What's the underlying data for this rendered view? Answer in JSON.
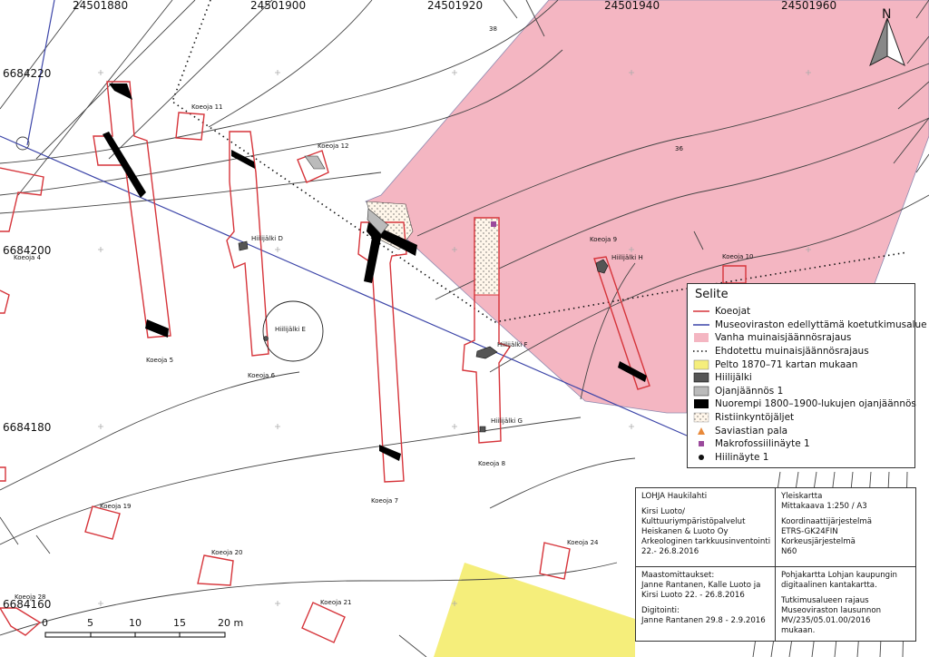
{
  "grid": {
    "x_labels": [
      "24501880",
      "24501900",
      "24501920",
      "24501940",
      "24501960"
    ],
    "y_labels": [
      "6684220",
      "6684200",
      "6684180",
      "6684160"
    ]
  },
  "contours": [
    "38",
    "36"
  ],
  "features": {
    "trenches": [
      "Koeoja 4",
      "Koeoja 5",
      "Koeoja 6",
      "Koeoja 7",
      "Koeoja 8",
      "Koeoja 9",
      "Koeoja 10",
      "Koeoja 11",
      "Koeoja 12",
      "Koeoja 19",
      "Koeoja 20",
      "Koeoja 21",
      "Koeoja 24",
      "Koeoja 28"
    ],
    "charcoal": [
      "Hiilijälki D",
      "Hiilijälki E",
      "Hiilijälki F",
      "Hiilijälki G",
      "Hiilijälki H"
    ]
  },
  "north": "N",
  "scalebar": {
    "ticks": [
      "0",
      "5",
      "10",
      "15",
      "20 m"
    ]
  },
  "legend": {
    "title": "Selite",
    "items": [
      {
        "label": "Koeojat",
        "symbol": "red-line",
        "color": "#d6343a"
      },
      {
        "label": "Museoviraston edellyttämä koetutkimusalue",
        "symbol": "blue-line",
        "color": "#3c45a8"
      },
      {
        "label": "Vanha muinaisjäännösrajaus",
        "symbol": "pink-fill",
        "color": "#f4b6c2"
      },
      {
        "label": "Ehdotettu muinaisjäännösrajaus",
        "symbol": "dotted-line",
        "color": "#111111"
      },
      {
        "label": "Pelto 1870–71 kartan mukaan",
        "symbol": "yellow-fill",
        "color": "#f5ee7b"
      },
      {
        "label": "Hiilijälki",
        "symbol": "dark-fill",
        "color": "#555555"
      },
      {
        "label": "Ojanjäännös 1",
        "symbol": "grey-fill",
        "color": "#bbbbbb"
      },
      {
        "label": "Nuorempi 1800–1900-lukujen ojanjäännös",
        "symbol": "black-fill",
        "color": "#000000"
      },
      {
        "label": "Ristiinkyntöjäljet",
        "symbol": "dotted-fill",
        "color": "#fff6ea"
      },
      {
        "label": "Saviastian pala",
        "symbol": "orange-triangle",
        "color": "#e8893a"
      },
      {
        "label": "Makrofossiilinäyte 1",
        "symbol": "purple-square",
        "color": "#9b4a9c"
      },
      {
        "label": "Hiilinäyte 1",
        "symbol": "black-dot",
        "color": "#111111"
      }
    ]
  },
  "info": {
    "project": [
      "LOHJA Haukilahti",
      "",
      "Kirsi Luoto/",
      "Kulttuuriympäristöpalvelut",
      "Heiskanen & Luoto Oy",
      "Arkeologinen tarkkuusinventointi",
      "22.- 26.8.2016"
    ],
    "mapinfo": [
      "Yleiskartta",
      "Mittakaava 1:250 / A3",
      "",
      "Koordinaattijärjestelmä",
      "ETRS-GK24FIN",
      "Korkeusjärjestelmä",
      "N60"
    ],
    "survey": [
      "Maastomittaukset:",
      "Janne Rantanen, Kalle Luoto ja",
      "Kirsi Luoto 22. - 26.8.2016",
      "",
      "Digitointi:",
      "Janne Rantanen 29.8 - 2.9.2016"
    ],
    "basemap": [
      "Pohjakartta Lohjan kaupungin",
      "digitaalinen kantakartta.",
      "",
      "Tutkimusalueen rajaus",
      "Museoviraston lausunnon",
      "MV/235/05.01.00/2016",
      "mukaan."
    ]
  }
}
